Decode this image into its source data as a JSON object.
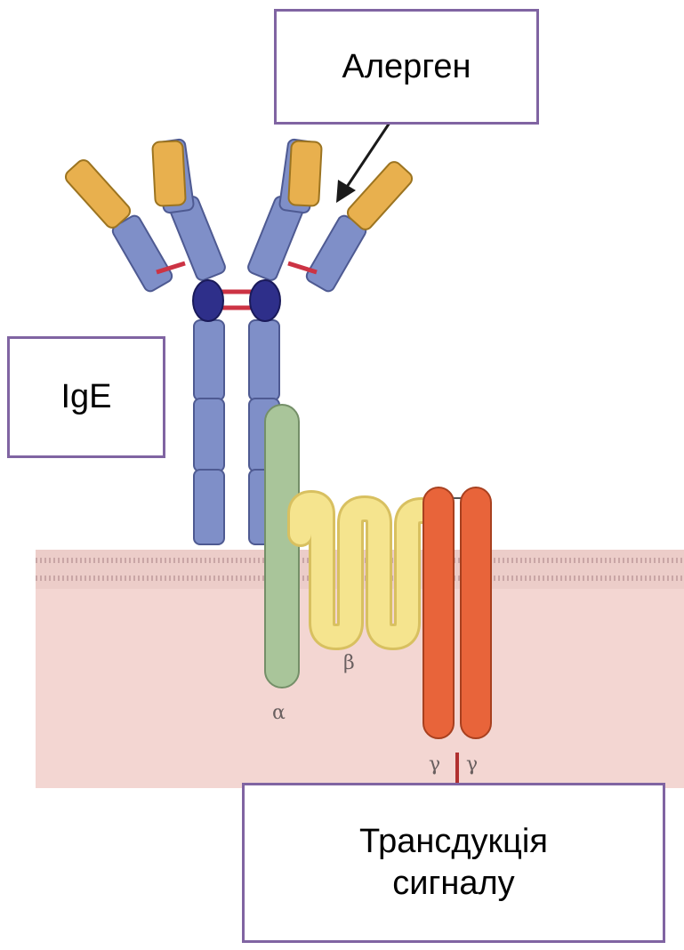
{
  "labels": {
    "allergen": "Алерген",
    "ige": "IgE",
    "signal_line1": "Трансдукція",
    "signal_line2": "сигналу"
  },
  "subunits": {
    "alpha": "α",
    "beta": "β",
    "gamma_left": "γ",
    "gamma_right": "γ"
  },
  "colors": {
    "box_border": "#8064a2",
    "antibody_chain": "#7f8fc8",
    "allergen_domain": "#e8b04e",
    "hinge_node": "#2e2f8a",
    "disulfide_bond": "#cc3344",
    "alpha_chain": "#a9c59a",
    "beta_chain": "#f5e48e",
    "gamma_chain": "#e8643a",
    "membrane": "#f3d6d2",
    "signal_arrow": "#b03030"
  }
}
